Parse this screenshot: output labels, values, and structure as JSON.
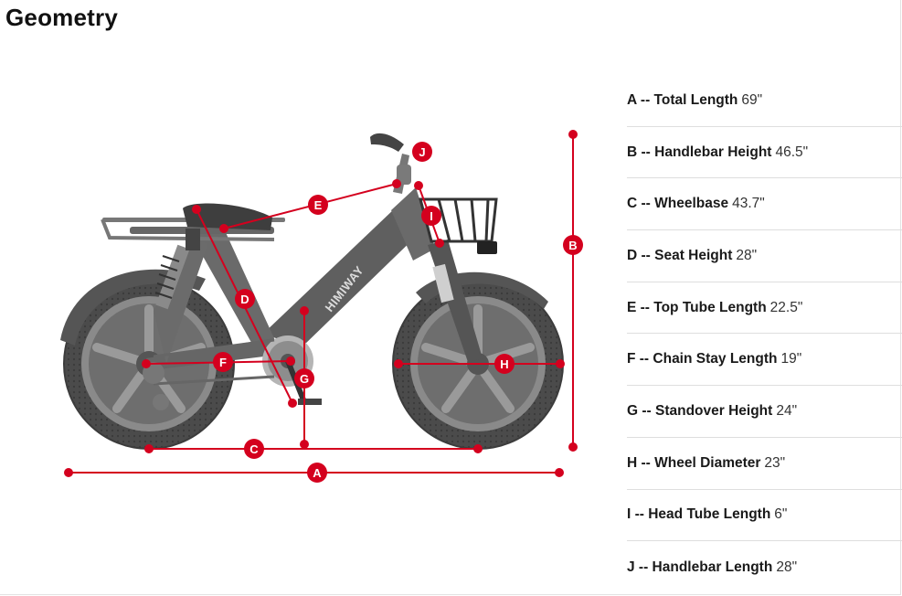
{
  "page": {
    "title": "Geometry"
  },
  "bike": {
    "brand": "HIMIWAY"
  },
  "colors": {
    "accent": "#d4001e",
    "frame": "#5a5a5a",
    "tire": "#4a4a4a"
  },
  "dimension_markers": [
    "A",
    "B",
    "C",
    "D",
    "E",
    "F",
    "G",
    "H",
    "I",
    "J"
  ],
  "specs": [
    {
      "label": "A -- Total Length",
      "value": "69\""
    },
    {
      "label": "B -- Handlebar Height",
      "value": "46.5\""
    },
    {
      "label": "C -- Wheelbase",
      "value": "43.7\""
    },
    {
      "label": "D -- Seat Height",
      "value": "28\""
    },
    {
      "label": "E -- Top Tube Length",
      "value": "22.5\""
    },
    {
      "label": "F -- Chain Stay Length",
      "value": "19\""
    },
    {
      "label": "G -- Standover Height",
      "value": "24\""
    },
    {
      "label": "H -- Wheel Diameter",
      "value": "23\""
    },
    {
      "label": "I -- Head Tube Length",
      "value": "6\""
    },
    {
      "label": "J -- Handlebar Length",
      "value": "28\""
    }
  ]
}
